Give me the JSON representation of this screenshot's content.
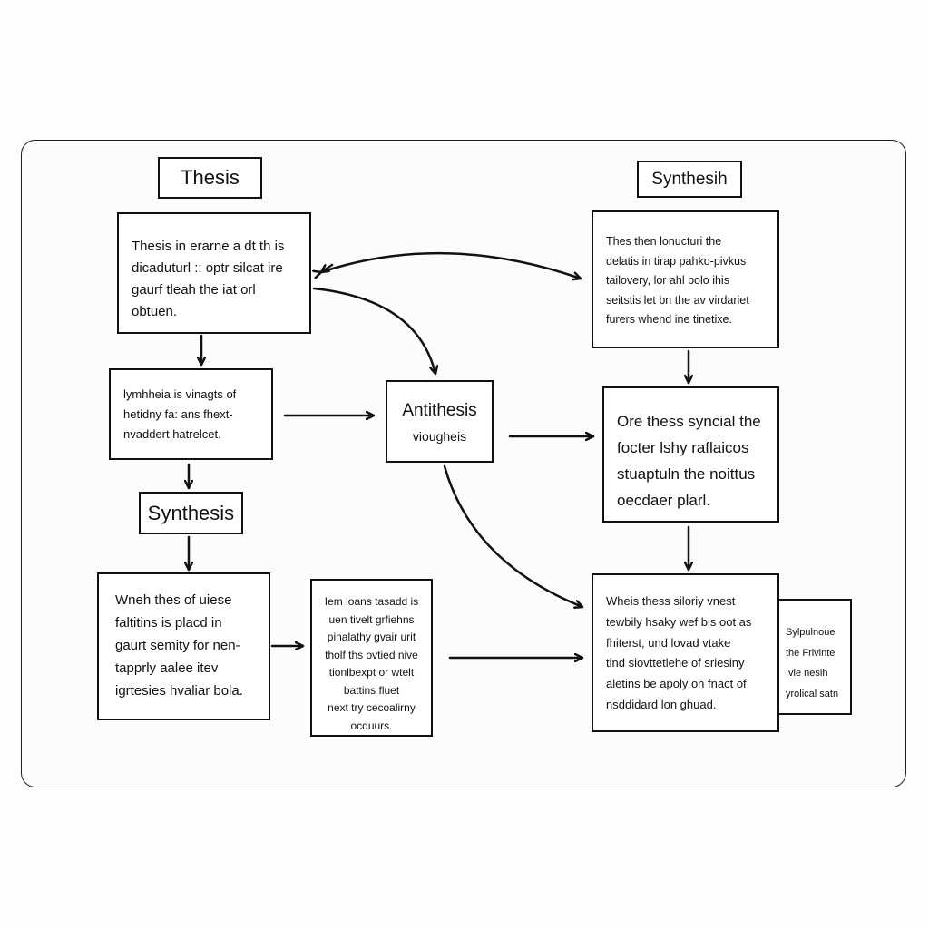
{
  "titles": {
    "thesis": "Thesis",
    "synthesih": "Synthesih",
    "synthesis": "Synthesis"
  },
  "boxes": {
    "thesis_box": {
      "lines": [
        "Thesis  in  erarne a dt  th  is",
        "dicaduturl :: optr  silcat   ire",
        "gaurf  tleah   the   iat   orl",
        "obtuen."
      ]
    },
    "left_mid_box": {
      "lines": [
        "lymhheia  is  vinagts  of",
        "hetidny fa:  ans  fhext-",
        "nvaddert  hatrelcet."
      ]
    },
    "antithesis_box": {
      "heading": "Antithesis",
      "sub": "viougheis"
    },
    "left_bottom_box": {
      "lines": [
        "Wneh  thes  of  uiese",
        "faltitins  is  placd  in",
        "gaurt  semity  for   nen-",
        "tapprly  aalee  itev",
        "igrtesies  hvaliar bola."
      ]
    },
    "center_bottom_box": {
      "lines": [
        "Iem  loans  tasadd  is",
        "uen  tivelt  grfiehns",
        "pinalathy  gvair  urit",
        "tholf  ths  ovtied  nive",
        "tionlbexpt  or  wtelt",
        "battins  fluet",
        "next  try  cecoalirny",
        "ocduurs."
      ]
    },
    "right_top_box": {
      "lines": [
        "Thes  then  lonucturi  the",
        "delatis  in  tirap  pahko-pivkus",
        "tailovery,  lor  ahl  bolo  ihis",
        "seitstis  let  bn  the  av  virdariet",
        "furers  whend  ine  tinetixe."
      ]
    },
    "right_mid_box": {
      "lines": [
        "Ore  thess  syncial  the",
        "focter  lshy  raflaicos",
        "stuaptuln  the  noittus",
        "oecdaer  plarl."
      ]
    },
    "right_bottom_box": {
      "lines": [
        "Wheis  thess  siloriy  vnest",
        "tewbily  hsaky  wef  bls  oot  as",
        "fhiterst,  und  lovad  vtake",
        "tind  siovttetlehe  of  sriesiny",
        "aletins  be  apoly  on  fnact  of",
        "nsddidard  lon  ghuad."
      ]
    },
    "far_right_box": {
      "lines": [
        "Sylpulnoue",
        "the  Frivinte",
        "Ivie  nesih",
        "yrolical  satn"
      ]
    }
  }
}
